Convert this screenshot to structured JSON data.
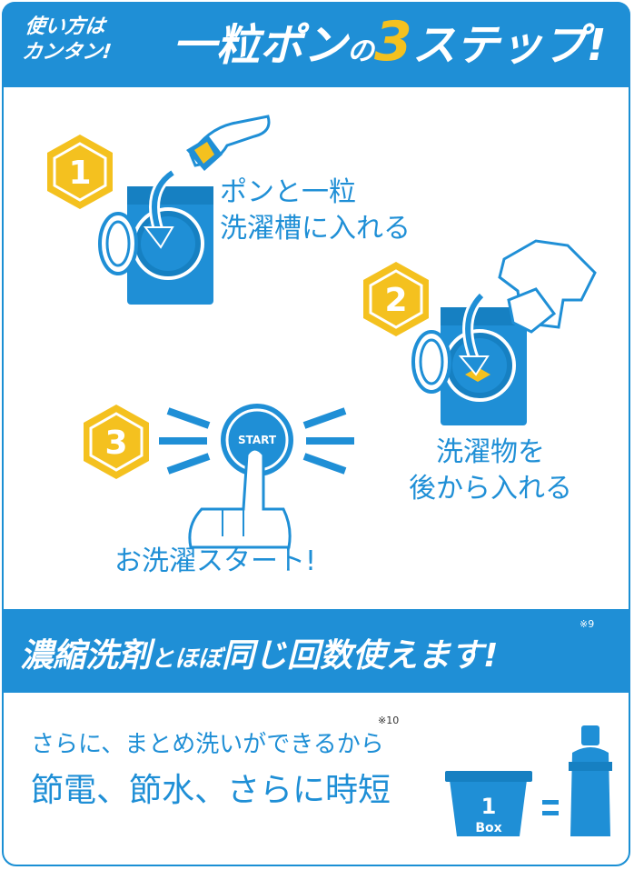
{
  "header": {
    "small_line1": "使い方は",
    "small_line2": "カンタン!",
    "title_part1": "一粒ポン",
    "title_no": "の",
    "title_number": "3",
    "title_part2": "ステップ!"
  },
  "steps": [
    {
      "number": "1",
      "label_line1": "ポンと一粒",
      "label_line2": "洗濯槽に入れる"
    },
    {
      "number": "2",
      "label_line1": "洗濯物を",
      "label_line2": "後から入れる"
    },
    {
      "number": "3",
      "label": "お洗濯スタート!",
      "button_text": "START"
    }
  ],
  "band": {
    "text_main": "濃縮洗剤",
    "text_small": "とほぼ",
    "text_end": "同じ回数使えます!",
    "note": "※9"
  },
  "bottom": {
    "line1": "さらに、まとめ洗いができるから",
    "line1_note": "※10",
    "line2": "節電、節水、さらに時短",
    "box_number": "1",
    "box_label": "Box",
    "equals": "="
  },
  "colors": {
    "brand_blue": "#1f8fd6",
    "accent_yellow": "#f4c11f"
  }
}
